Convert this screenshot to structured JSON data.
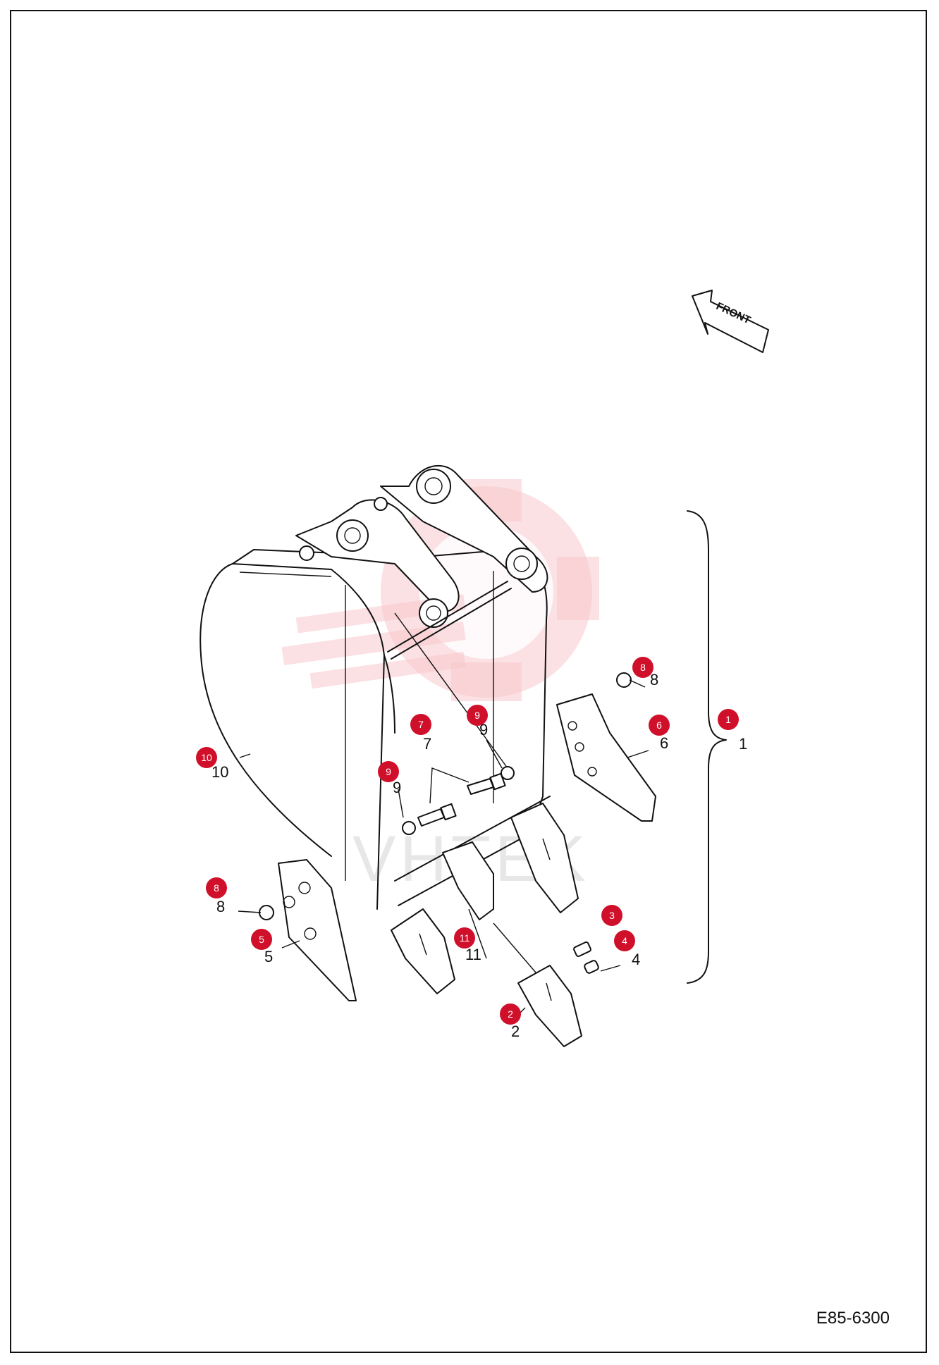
{
  "drawing_code": "E85-6300",
  "front_label": "FRONT",
  "watermark_text": "VHTEK",
  "colors": {
    "badge": "#d0102a",
    "line": "#111111",
    "watermark": "#f7c9cc"
  },
  "callouts": [
    {
      "id": "1",
      "label": "1"
    },
    {
      "id": "2",
      "label": "2"
    },
    {
      "id": "3",
      "label": "3"
    },
    {
      "id": "4",
      "label": "4"
    },
    {
      "id": "5",
      "label": "5"
    },
    {
      "id": "6",
      "label": "6"
    },
    {
      "id": "7",
      "label": "7"
    },
    {
      "id": "8a",
      "label": "8"
    },
    {
      "id": "8b",
      "label": "8"
    },
    {
      "id": "9a",
      "label": "9"
    },
    {
      "id": "9b",
      "label": "9"
    },
    {
      "id": "10",
      "label": "10"
    },
    {
      "id": "11",
      "label": "11"
    }
  ]
}
